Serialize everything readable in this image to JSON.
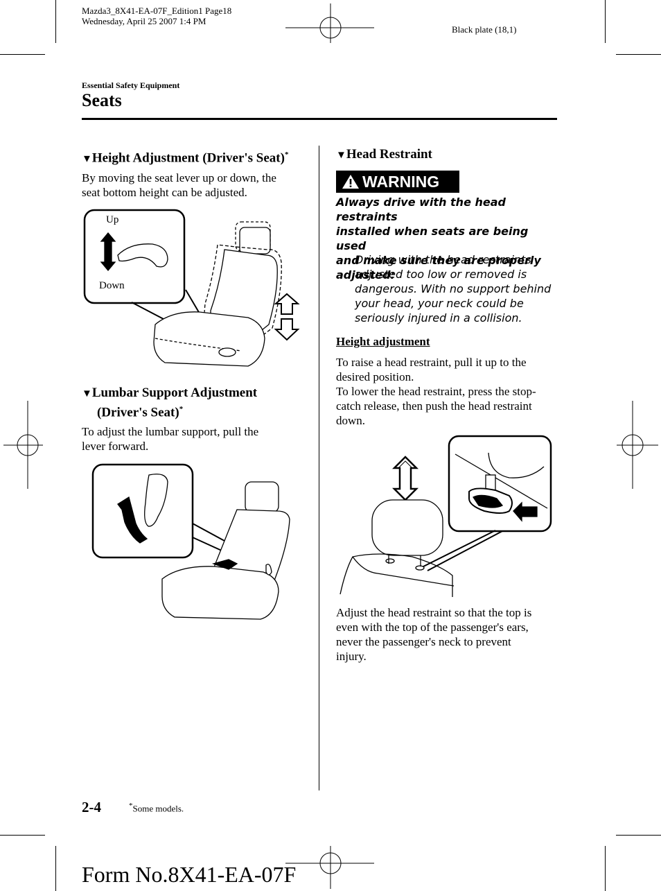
{
  "header": {
    "file_line1": "Mazda3_8X41-EA-07F_Edition1 Page18",
    "file_line2": "Wednesday, April 25 2007 1:4 PM",
    "plate": "Black plate (18,1)",
    "section": "Essential Safety Equipment",
    "title": "Seats"
  },
  "left": {
    "height": {
      "marker": "▼",
      "heading": "Height Adjustment (Driver's Seat)",
      "star": "*",
      "body_line1": "By moving the seat lever up or down, the",
      "body_line2": "seat bottom height can be adjusted.",
      "label_up": "Up",
      "label_down": "Down"
    },
    "lumbar": {
      "marker": "▼",
      "heading_line1": "Lumbar Support Adjustment",
      "heading_line2": "(Driver's Seat)",
      "star": "*",
      "body_line1": "To adjust the lumbar support, pull the",
      "body_line2": "lever forward."
    }
  },
  "right": {
    "head_restraint": {
      "marker": "▼",
      "heading": "Head Restraint",
      "warning_label": "WARNING",
      "warning_lead": [
        "Always drive with the head restraints",
        "installed when seats are being used",
        "and make sure they are properly",
        "adjusted:"
      ],
      "warning_detail": [
        "Driving with the head restraints",
        "adjusted too low or removed is",
        "dangerous. With no support behind",
        "your head, your neck could be",
        "seriously injured in a collision."
      ],
      "subheading": "Height adjustment",
      "para1": [
        "To raise a head restraint, pull it up to the",
        "desired position.",
        "To lower the head restraint, press the stop-",
        "catch release, then push the head restraint",
        "down."
      ],
      "para2": [
        "Adjust the head restraint so that the top is",
        "even with the top of the passenger's ears,",
        "never the passenger's neck to prevent",
        "injury."
      ]
    }
  },
  "footer": {
    "page_number": "2-4",
    "footnote_star": "*",
    "footnote": "Some models.",
    "form_number": "Form No.8X41-EA-07F"
  }
}
